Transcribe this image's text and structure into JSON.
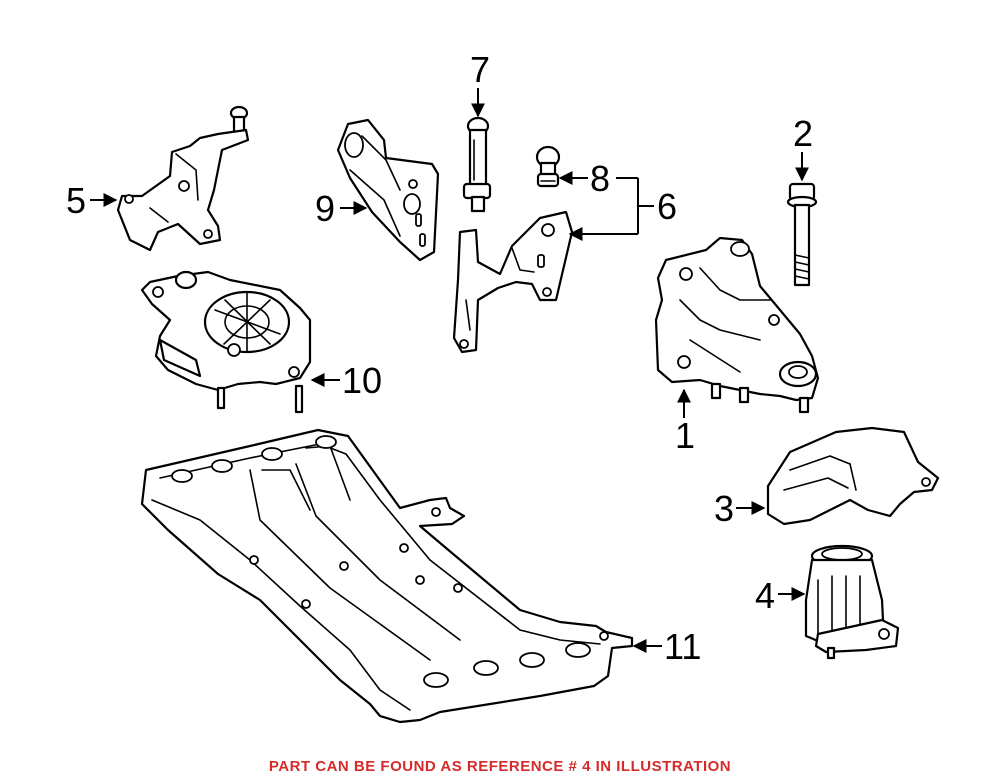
{
  "callouts": {
    "c1": "1",
    "c2": "2",
    "c3": "3",
    "c4": "4",
    "c5": "5",
    "c6": "6",
    "c7": "7",
    "c8": "8",
    "c9": "9",
    "c10": "10",
    "c11": "11"
  },
  "caption": {
    "text": "PART CAN BE FOUND AS REFERENCE # 4 IN ILLUSTRATION",
    "color": "#d62b2b"
  }
}
